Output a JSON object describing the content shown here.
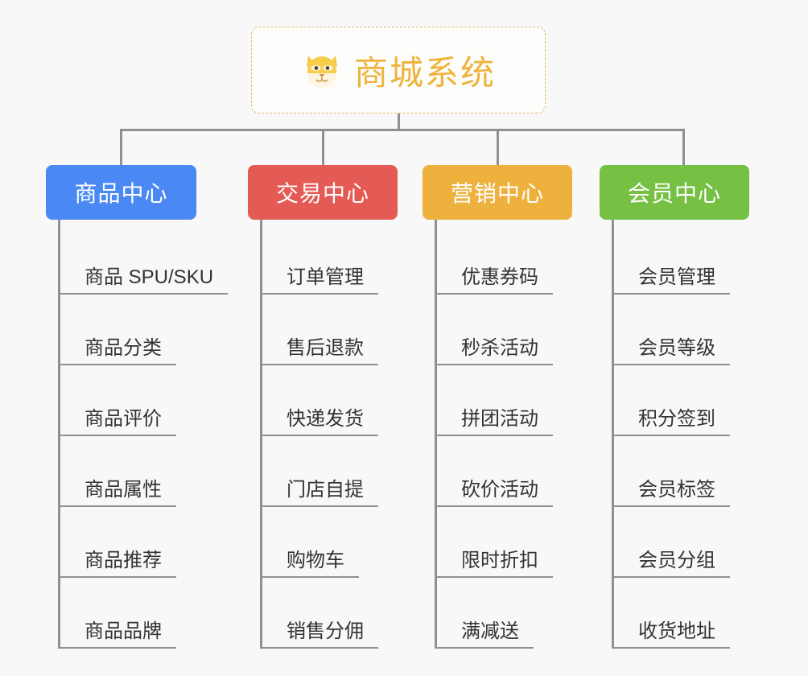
{
  "diagram": {
    "type": "mindmap",
    "background_color": "#f8f8f8",
    "connector_color": "#909090",
    "root": {
      "title": "商城系统",
      "icon": "shiba-dog-face",
      "emoji": "🐶",
      "text_color": "#efb33c",
      "border_color": "#e8b96a",
      "background": "#fdfdfc"
    },
    "branches": [
      {
        "label": "商品中心",
        "color": "#4a89f3",
        "leaves": [
          "商品 SPU/SKU",
          "商品分类",
          "商品评价",
          "商品属性",
          "商品推荐",
          "商品品牌"
        ]
      },
      {
        "label": "交易中心",
        "color": "#e45b56",
        "leaves": [
          "订单管理",
          "售后退款",
          "快递发货",
          "门店自提",
          "购物车",
          "销售分佣"
        ]
      },
      {
        "label": "营销中心",
        "color": "#eeb13e",
        "leaves": [
          "优惠券码",
          "秒杀活动",
          "拼团活动",
          "砍价活动",
          "限时折扣",
          "满减送"
        ]
      },
      {
        "label": "会员中心",
        "color": "#76c044",
        "leaves": [
          "会员管理",
          "会员等级",
          "积分签到",
          "会员标签",
          "会员分组",
          "收货地址"
        ]
      }
    ]
  }
}
